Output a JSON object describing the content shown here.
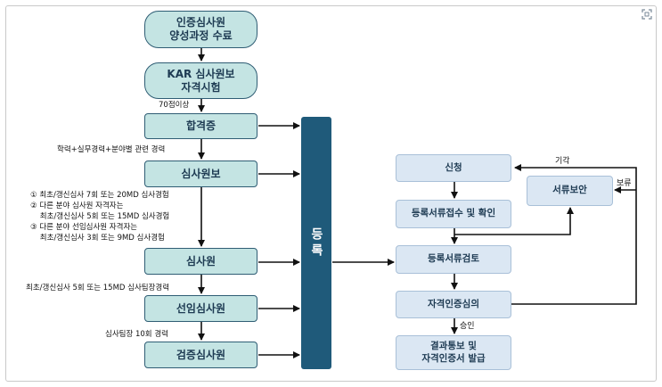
{
  "left_flow": {
    "steps": [
      "인증심사원\n양성과정 수료",
      "KAR 심사원보\n자격시험",
      "합격증",
      "심사원보",
      "심사원",
      "선임심사원",
      "검증심사원"
    ],
    "conditions": {
      "pass_score": "70점이상",
      "to_associate": "학력+실무경력+분야별 관련 경력",
      "to_auditor": "① 최초/갱신심사 7회 또는 20MD 심사경험\n② 다른 분야 심사원 자격자는\n    최초/갱신심사 5회 또는 15MD 심사경험\n③ 다른 분야 선임심사원 자격자는\n    최초/갱신심사 3회 또는 9MD 심사경험",
      "to_lead": "최초/갱신심사 5회 또는 15MD 심사팀장경력",
      "to_verification": "심사팀장 10회 경력"
    }
  },
  "registration_label": "등록",
  "right_flow": {
    "steps": [
      "신청",
      "등록서류접수 및 확인",
      "등록서류검토",
      "자격인증심의",
      "결과통보 및\n자격인증서 발급"
    ],
    "supplement": "서류보안",
    "labels": {
      "reject": "기각",
      "hold": "보류",
      "approve": "승인"
    }
  },
  "colors": {
    "teal_fill": "#c4e4e3",
    "teal_border": "#2f5d74",
    "navy_bar": "#1f5a7a",
    "blue_fill": "#dbe7f3"
  },
  "icons": {
    "corner": "expand-icon"
  }
}
